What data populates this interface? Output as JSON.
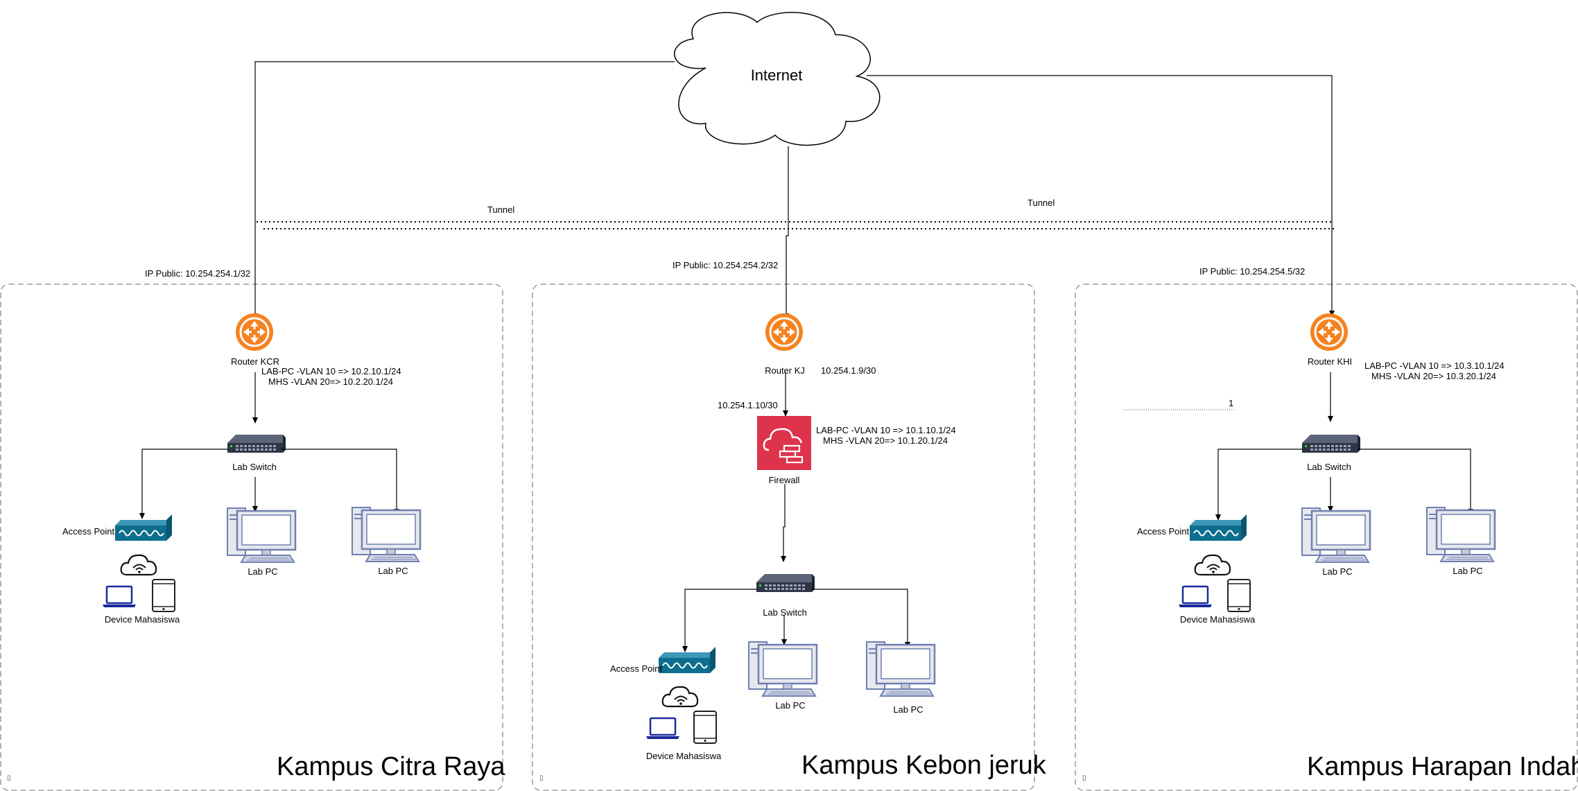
{
  "internet": {
    "label": "Internet"
  },
  "tunnels": [
    {
      "label": "Tunnel"
    },
    {
      "label": "Tunnel"
    }
  ],
  "campuses": [
    {
      "name": "Kampus Citra Raya",
      "public_ip": "IP Public: 10.254.254.1/32",
      "router": "Router KCR",
      "vlan_line1": "LAB-PC -VLAN 10 => 10.2.10.1/24",
      "vlan_line2": "MHS -VLAN 20=> 10.2.20.1/24",
      "switch": "Lab Switch",
      "access_point": "Access Point",
      "devices": "Device Mahasiswa",
      "pc1": "Lab PC",
      "pc2": "Lab PC"
    },
    {
      "name": "Kampus Kebon jeruk",
      "public_ip": "IP Public: 10.254.254.2/32",
      "router": "Router KJ",
      "router_link_ip": "10.254.1.9/30",
      "firewall_link_ip": "10.254.1.10/30",
      "firewall": "Firewall",
      "vlan_line1": "LAB-PC -VLAN 10 => 10.1.10.1/24",
      "vlan_line2": "MHS -VLAN 20=> 10.1.20.1/24",
      "switch": "Lab Switch",
      "access_point": "Access Point",
      "devices": "Device Mahasiswa",
      "pc1": "Lab PC",
      "pc2": "Lab PC"
    },
    {
      "name": "Kampus Harapan Indah",
      "public_ip": "IP Public: 10.254.254.5/32",
      "router": "Router KHI",
      "vlan_line1": "LAB-PC -VLAN 10 => 10.3.10.1/24",
      "vlan_line2": "MHS -VLAN 20=> 10.3.20.1/24",
      "switch": "Lab Switch",
      "access_point": "Access Point",
      "devices": "Device Mahasiswa",
      "pc1": "Lab PC",
      "pc2": "Lab PC",
      "stray_text": "1"
    }
  ],
  "colors": {
    "router": "#f58220",
    "firewall": "#dd344c",
    "access_point": "#0d6e8e",
    "laptop": "#1a2a9a",
    "pc": "#6f7fb0",
    "switch": "#3a4254",
    "group_border": "#8a8a8a"
  },
  "icons": [
    "cloud-icon",
    "router-icon",
    "switch-icon",
    "firewall-icon",
    "access-point-icon",
    "wifi-cloud-icon",
    "laptop-icon",
    "tablet-icon",
    "desktop-pc-icon"
  ]
}
